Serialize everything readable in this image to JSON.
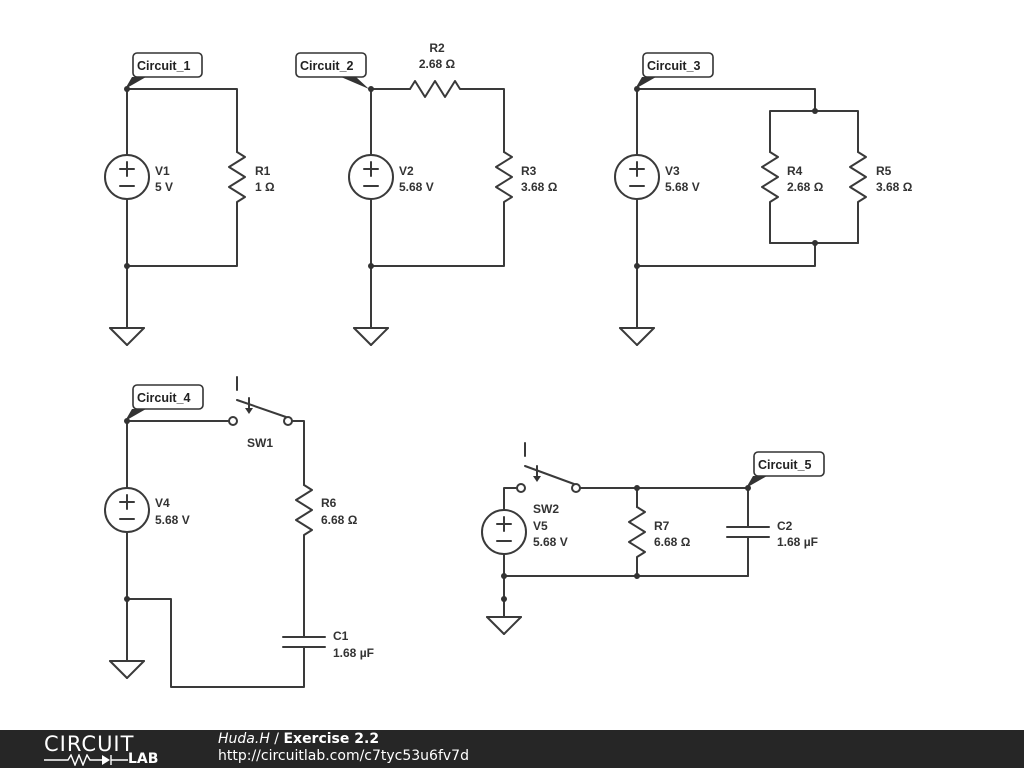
{
  "schematic": {
    "circuit_1": {
      "tag": "Circuit_1",
      "v1": {
        "name": "V1",
        "value": "5 V"
      },
      "r1": {
        "name": "R1",
        "value": "1 Ω"
      }
    },
    "circuit_2": {
      "tag": "Circuit_2",
      "v2": {
        "name": "V2",
        "value": "5.68 V"
      },
      "r2": {
        "name": "R2",
        "value": "2.68 Ω"
      },
      "r3": {
        "name": "R3",
        "value": "3.68 Ω"
      }
    },
    "circuit_3": {
      "tag": "Circuit_3",
      "v3": {
        "name": "V3",
        "value": "5.68 V"
      },
      "r4": {
        "name": "R4",
        "value": "2.68 Ω"
      },
      "r5": {
        "name": "R5",
        "value": "3.68 Ω"
      }
    },
    "circuit_4": {
      "tag": "Circuit_4",
      "v4": {
        "name": "V4",
        "value": "5.68 V"
      },
      "sw1": {
        "name": "SW1"
      },
      "r6": {
        "name": "R6",
        "value": "6.68 Ω"
      },
      "c1": {
        "name": "C1",
        "value": "1.68 µF"
      }
    },
    "circuit_5": {
      "tag": "Circuit_5",
      "v5": {
        "name": "V5",
        "value": "5.68 V"
      },
      "sw2": {
        "name": "SW2"
      },
      "r7": {
        "name": "R7",
        "value": "6.68 Ω"
      },
      "c2": {
        "name": "C2",
        "value": "1.68 µF"
      }
    }
  },
  "footer": {
    "logo_top": "CIRCUIT",
    "logo_bottom": "LAB",
    "author": "Huda.H",
    "separator": " / ",
    "title": "Exercise 2.2",
    "url": "http://circuitlab.com/c7tyc53u6fv7d",
    "background": "#262626"
  }
}
